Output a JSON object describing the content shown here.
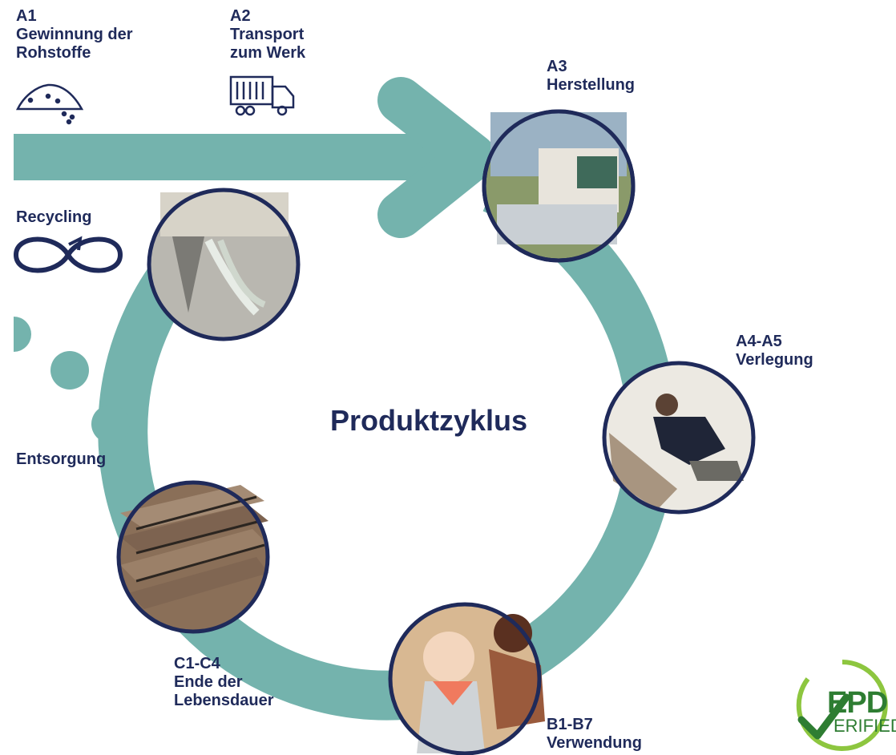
{
  "title": "Produktzyklus",
  "stages": {
    "a1": {
      "code": "A1",
      "line1": "Gewinnung der",
      "line2": "Rohstoffe",
      "icon": "sand-pile-icon"
    },
    "a2": {
      "code": "A2",
      "line1": "Transport",
      "line2": "zum Werk",
      "icon": "truck-icon"
    },
    "a3": {
      "code": "A3",
      "line1": "Herstellung"
    },
    "a4a5": {
      "code": "A4-A5",
      "line1": "Verlegung"
    },
    "b1b7": {
      "code": "B1-B7",
      "line1": "Verwendung"
    },
    "c1c4": {
      "code": "C1-C4",
      "line1": "Ende der",
      "line2": "Lebensdauer"
    },
    "recycling": {
      "label": "Recycling",
      "icon": "infinity-arrow-icon"
    },
    "entsorgung": {
      "label": "Entsorgung"
    }
  },
  "badge": {
    "line1": "EPD",
    "line2": "ERIFIED",
    "icon": "checkmark-icon"
  },
  "colors": {
    "teal": "#74b3ad",
    "navy": "#1f2a5a",
    "badge_green": "#2e7d32",
    "badge_lime": "#8dc63f"
  }
}
